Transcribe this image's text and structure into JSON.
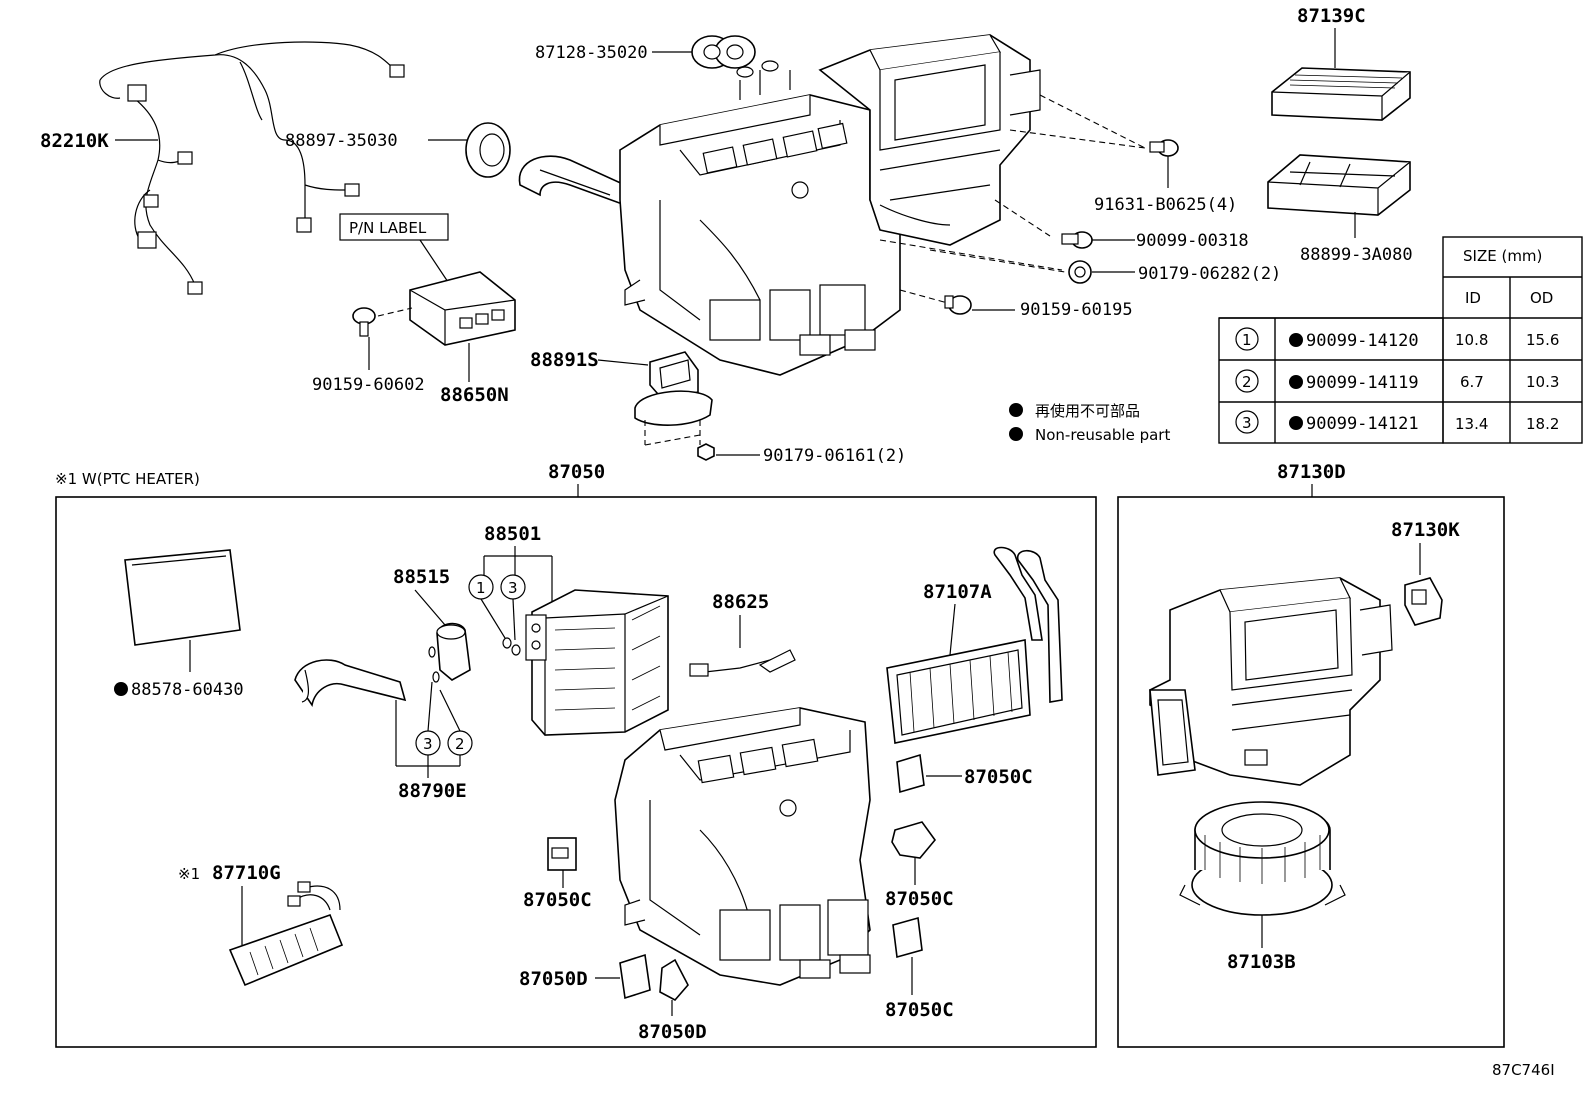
{
  "callouts": {
    "p82210K": "82210K",
    "p87128": "87128-35020",
    "p88897": "88897-35030",
    "pnLabel": "P/N LABEL",
    "p90159a": "90159-60602",
    "p88650N": "88650N",
    "p88891S": "88891S",
    "p90179b": "90179-06161(2)",
    "p91631": "91631-B0625(4)",
    "p90099a": "90099-00318",
    "p90179a": "90179-06282(2)",
    "p90159b": "90159-60195",
    "p87139C": "87139C",
    "p88899": "88899-3A080",
    "p87050": "87050",
    "ptcNote": "※1 W(PTC HEATER)",
    "p88578": "88578-60430",
    "p88515": "88515",
    "p88501": "88501",
    "p88625": "88625",
    "p87107A": "87107A",
    "p88790E": "88790E",
    "p87050C_1": "87050C",
    "p87050C_2": "87050C",
    "p87050C_3": "87050C",
    "p87050C_4": "87050C",
    "p87050D_1": "87050D",
    "p87050D_2": "87050D",
    "p87710G": "87710G",
    "mark1": "※1",
    "p87130D": "87130D",
    "p87130K": "87130K",
    "p87103B": "87103B",
    "ref": "87C746I"
  },
  "circles": {
    "c1": "1",
    "c2": "2",
    "c3": "3"
  },
  "legend": {
    "jp": "再使用不可部品",
    "en": "Non-reusable part"
  },
  "size_table": {
    "title": "SIZE (mm)",
    "col_id": "ID",
    "col_od": "OD",
    "rows": [
      {
        "no": "1",
        "part": "90099-14120",
        "id": "10.8",
        "od": "15.6"
      },
      {
        "no": "2",
        "part": "90099-14119",
        "id": "6.7",
        "od": "10.3"
      },
      {
        "no": "3",
        "part": "90099-14121",
        "id": "13.4",
        "od": "18.2"
      }
    ]
  }
}
